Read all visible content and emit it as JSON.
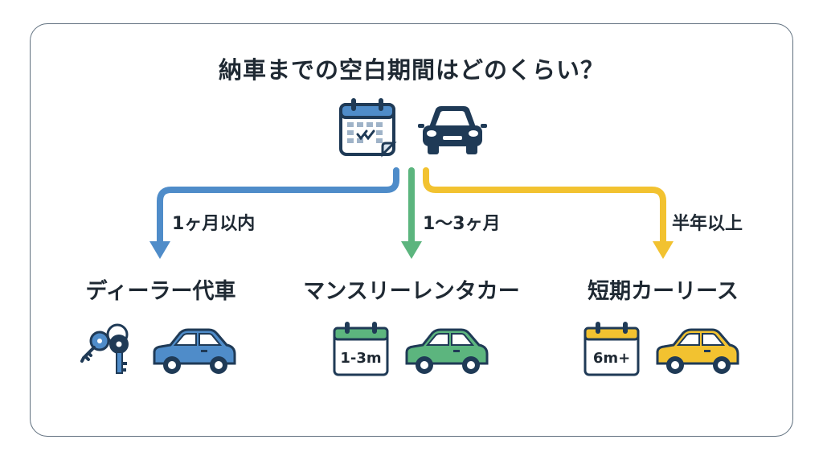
{
  "title": "納車までの空白期間はどのくらい？",
  "colors": {
    "navy": "#1f3a56",
    "blue": "#4f8cc9",
    "green": "#5cb57e",
    "yellow": "#f2c230",
    "text": "#1f2933"
  },
  "top_icons": [
    "calendar-check-icon",
    "car-front-icon"
  ],
  "branches": [
    {
      "period": "1ヶ月以内",
      "option": "ディーラー代車",
      "icons": [
        "key-icon",
        "car-side-icon"
      ],
      "color": "#4f8cc9"
    },
    {
      "period": "1〜3ヶ月",
      "option": "マンスリーレンタカー",
      "calendar_label": "1-3m",
      "icons": [
        "calendar-icon",
        "car-side-icon"
      ],
      "color": "#5cb57e"
    },
    {
      "period": "半年以上",
      "option": "短期カーリース",
      "calendar_label": "6m+",
      "icons": [
        "calendar-icon",
        "car-side-icon"
      ],
      "color": "#f2c230"
    }
  ]
}
